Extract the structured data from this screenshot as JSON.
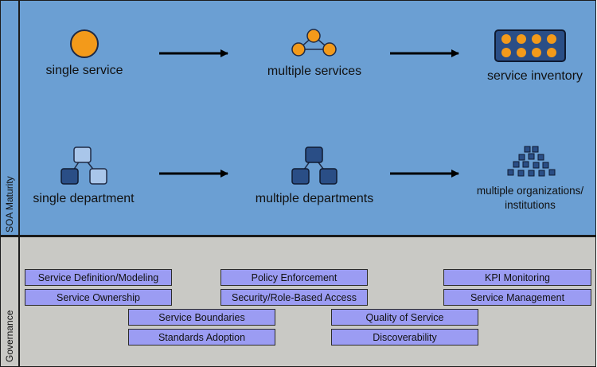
{
  "side_labels": {
    "top": "SOA Maturity",
    "bottom": "Governance"
  },
  "maturity": {
    "row1": {
      "single": "single service",
      "multiple": "multiple services",
      "inventory": "service inventory"
    },
    "row2": {
      "single": "single department",
      "multiple": "multiple departments",
      "organizations": "multiple organizations/ institutions"
    }
  },
  "governance": {
    "items": [
      "Service Definition/Modeling",
      "Service Ownership",
      "Service Boundaries",
      "Standards Adoption",
      "Policy Enforcement",
      "Security/Role-Based Access",
      "Quality of Service",
      "Discoverability",
      "KPI Monitoring",
      "Service Management"
    ]
  },
  "colors": {
    "maturity_band": "#6b9fd3",
    "governance_band": "#c9c9c5",
    "service_orange": "#f39a1a",
    "dept_dark": "#2a4e86",
    "dept_light": "#a9c6ea",
    "governance_box": "#9b9cf3"
  }
}
